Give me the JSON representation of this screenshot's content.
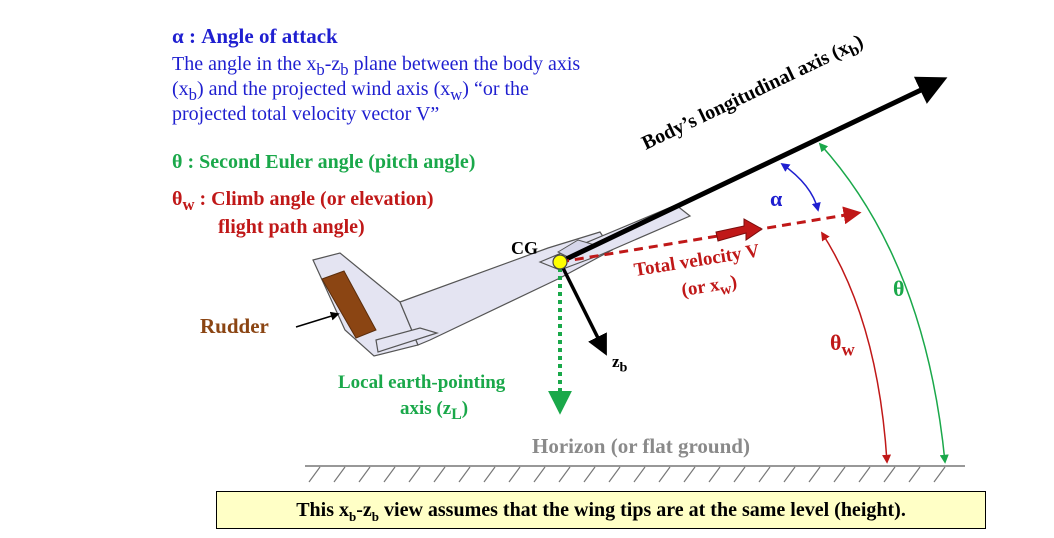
{
  "alpha": {
    "heading": "α : Angle of attack",
    "desc_line1_pre": "The angle in the x",
    "desc_line1_sub1": "b",
    "desc_line1_mid": "-z",
    "desc_line1_sub2": "b",
    "desc_line1_post": " plane between the body axis",
    "desc_line2_pre": "(x",
    "desc_line2_sub1": "b",
    "desc_line2_mid": ") and the projected wind axis (x",
    "desc_line2_sub2": "w",
    "desc_line2_post": ") “or the",
    "desc_line3": "projected total velocity vector V”",
    "diagram_label": "α"
  },
  "theta": {
    "heading": "θ : Second Euler angle (pitch angle)",
    "diagram_label": "θ"
  },
  "theta_w": {
    "heading_pre": "θ",
    "heading_sub": "w",
    "heading_post": " : Climb angle (or elevation)",
    "heading_line2": "flight path angle)",
    "diagram_label": "θ",
    "diagram_label_sub": "w"
  },
  "labels": {
    "cg": "CG",
    "rudder": "Rudder",
    "body_axis_pre": "Body’s longitudinal axis (x",
    "body_axis_sub": "b",
    "body_axis_post": ")",
    "velocity_line1": "Total velocity V",
    "velocity_line2_pre": "(or x",
    "velocity_line2_sub": "w",
    "velocity_line2_post": ")",
    "zb_pre": "z",
    "zb_sub": "b",
    "earth_line1": "Local earth-pointing",
    "earth_line2_pre": "axis (z",
    "earth_line2_sub": "L",
    "earth_line2_post": ")",
    "horizon": "Horizon (or flat ground)"
  },
  "note": {
    "pre": "This x",
    "sub1": "b",
    "mid": "-z",
    "sub2": "b",
    "post": " view assumes that the wing tips are at the same level (height)."
  },
  "colors": {
    "blue": "#1f1fd0",
    "green": "#1aa84a",
    "red": "#c01818",
    "rudder": "#8b4513",
    "airframe": "#e4e4f2",
    "cg": "#ffff00",
    "note_bg": "#ffffc6"
  }
}
